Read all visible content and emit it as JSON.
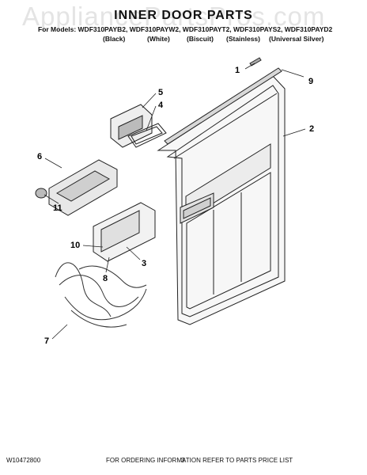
{
  "watermark": "AppliancePartsPros.com",
  "title": "INNER DOOR PARTS",
  "models_line": "For Models: WDF310PAYB2, WDF310PAYW2, WDF310PAYT2, WDF310PAYS2, WDF310PAYD2",
  "variants": [
    "(Black)",
    "(White)",
    "(Biscuit)",
    "(Stainless)",
    "(Universal Silver)"
  ],
  "callouts": [
    "1",
    "2",
    "3",
    "4",
    "5",
    "6",
    "7",
    "8",
    "9",
    "10",
    "11"
  ],
  "footer": {
    "doc_number": "W10472800",
    "ordering_note": "FOR ORDERING INFORMATION REFER TO PARTS PRICE LIST",
    "page": "3"
  }
}
